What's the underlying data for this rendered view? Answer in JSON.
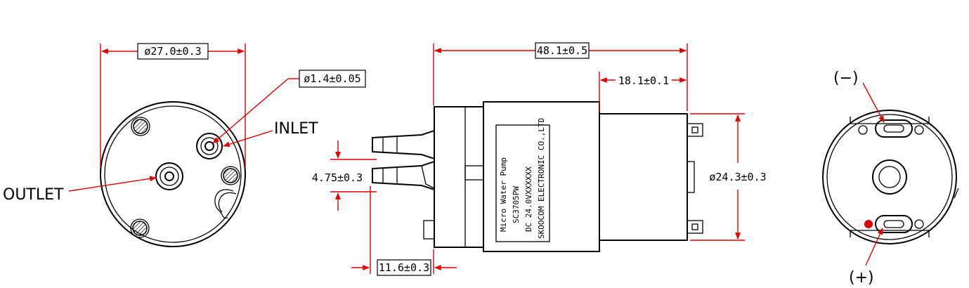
{
  "dimensions": {
    "body_diameter": "ø27.0±0.3",
    "port_diameter": "ø1.4±0.05",
    "overall_length": "48.1±0.5",
    "motor_length": "18.1±0.1",
    "motor_diameter": "ø24.3±0.3",
    "port_pitch": "4.75±0.3",
    "port_length": "11.6±0.3"
  },
  "labels": {
    "inlet": "INLET",
    "outlet": "OUTLET",
    "negative": "(−)",
    "positive": "(+)"
  },
  "nameplate": {
    "line1": "Micro  Water  Pump",
    "line2": "SC3705PW",
    "line3": "DC  24.0VXXXXXX",
    "line4": "SKOOCOM ELECTRONIC CO.,LTD"
  },
  "colors": {
    "line": "#000000",
    "dimension": "#e00000",
    "terminal_marker": "#e00000"
  }
}
